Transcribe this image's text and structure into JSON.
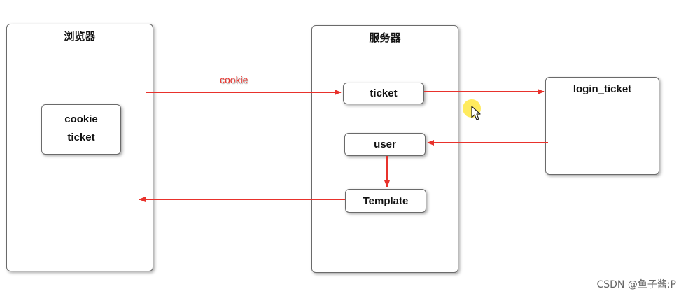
{
  "browser": {
    "title": "浏览器",
    "box_lines": [
      "cookie",
      "ticket"
    ]
  },
  "server": {
    "title": "服务器",
    "nodes": {
      "ticket": "ticket",
      "user": "user",
      "template": "Template"
    }
  },
  "login_ticket": {
    "title": "login_ticket"
  },
  "edges": {
    "cookie_label": "cookie"
  },
  "colors": {
    "arrow": "#e8322c",
    "border": "#6a6a6a",
    "cursor_halo": "#ffe94d"
  },
  "watermark": "CSDN @鱼子酱:P"
}
